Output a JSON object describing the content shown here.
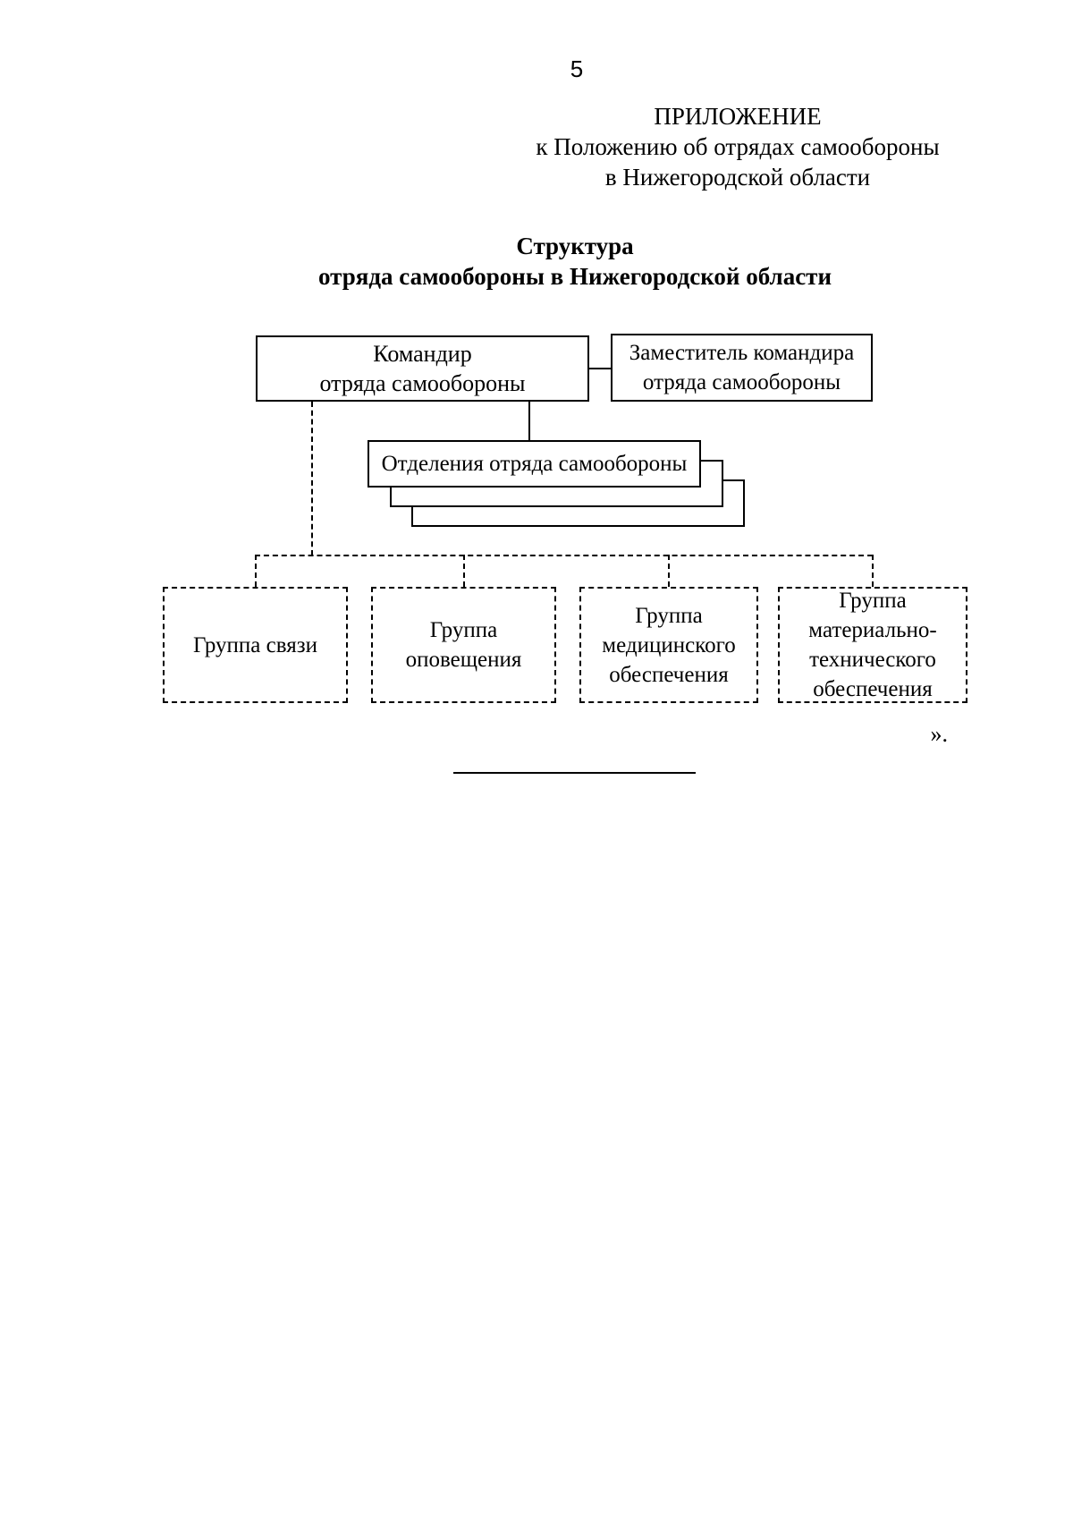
{
  "page": {
    "number": "5",
    "background_color": "#ffffff",
    "ink_color": "#000000"
  },
  "appendix": {
    "lines": [
      "ПРИЛОЖЕНИЕ",
      "к Положению об отрядах самообороны",
      "в Нижегородской области"
    ]
  },
  "chart": {
    "title_lines": [
      "Структура",
      "отряда самообороны в Нижегородской области"
    ],
    "nodes": {
      "commander": {
        "lines": [
          "Командир",
          "отряда самообороны"
        ]
      },
      "deputy": {
        "lines": [
          "Заместитель командира",
          "отряда самообороны"
        ]
      },
      "departments": {
        "lines": [
          "Отделения отряда самообороны"
        ],
        "stacked_copies": 2
      },
      "groups": [
        {
          "id": "communications",
          "lines": [
            "Группа связи"
          ]
        },
        {
          "id": "notification",
          "lines": [
            "Группа",
            "оповещения"
          ]
        },
        {
          "id": "medical",
          "lines": [
            "Группа",
            "медицинского",
            "обеспечения"
          ]
        },
        {
          "id": "logistics",
          "lines": [
            "Группа",
            "материально-",
            "технического",
            "обеспечения"
          ]
        }
      ]
    },
    "edges": [
      {
        "from": "commander",
        "to": "deputy",
        "style": "solid"
      },
      {
        "from": "commander",
        "to": "departments",
        "style": "solid"
      },
      {
        "from": "commander",
        "to": "groups",
        "style": "dashed"
      }
    ]
  },
  "footer": {
    "closing_mark": "»."
  }
}
